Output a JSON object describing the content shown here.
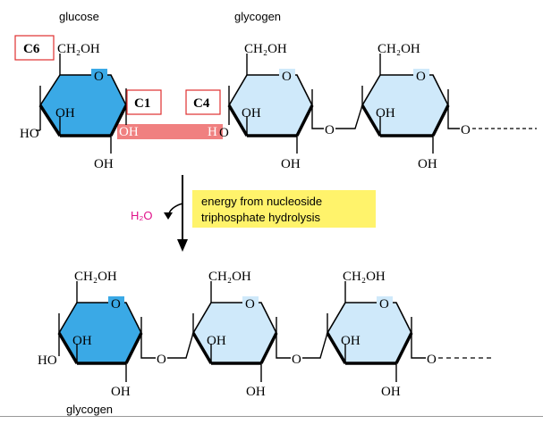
{
  "labels": {
    "glucose": "glucose",
    "glycogen_top": "glycogen",
    "glycogen_bottom": "glycogen",
    "c6": "C6",
    "c1": "C1",
    "c4": "C4",
    "ch2oh": "CH₂OH",
    "oh": "OH",
    "ho": "HO",
    "ring_o": "O",
    "bridge_o": "O",
    "h2o": "H₂O",
    "energy_line1": "energy from nucleoside",
    "energy_line2": "triphosphate hydrolysis"
  },
  "colors": {
    "glucose_ring": "#3aa9e6",
    "glycogen_ring": "#cfe9fa",
    "reacting_band": "#f08080",
    "reacting_text": "#ffffff",
    "h2o_text": "#e0128a",
    "energy_box": "#fff36b",
    "label_box_border": "#e03030"
  }
}
